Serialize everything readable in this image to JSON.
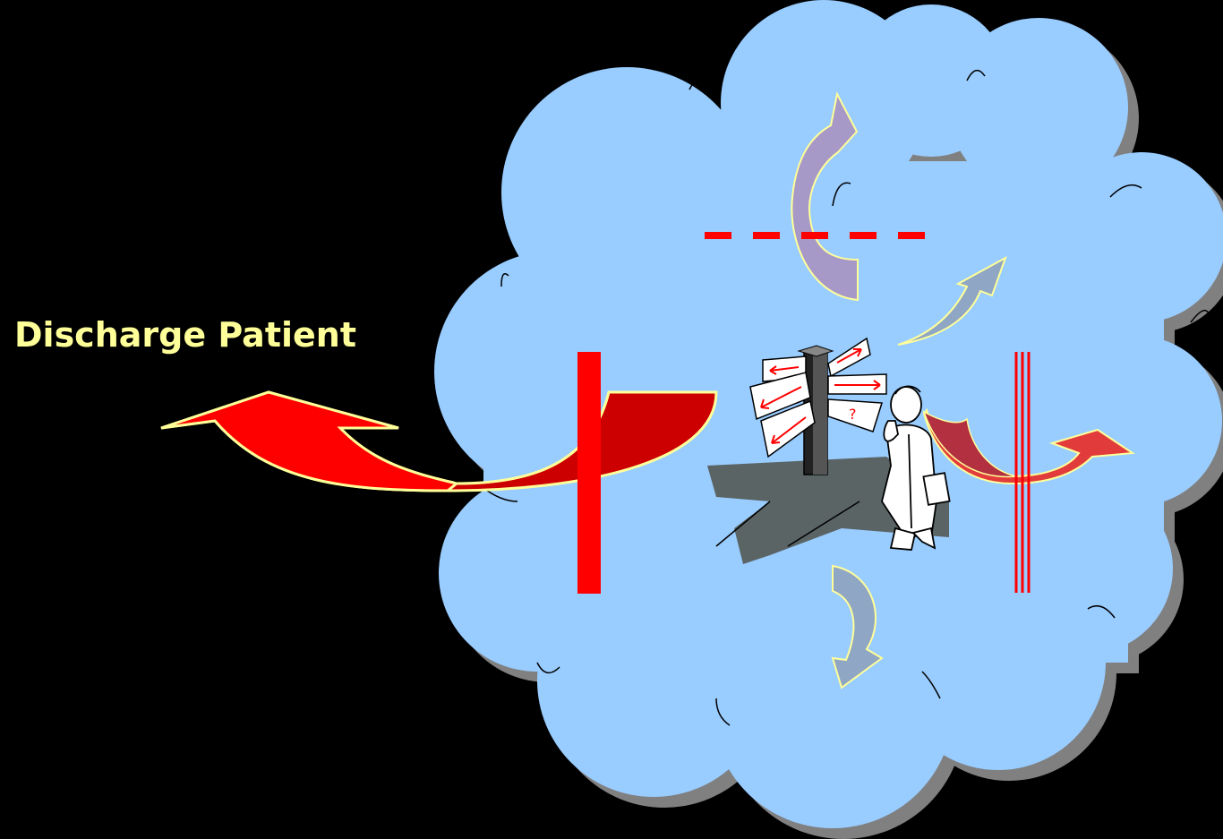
{
  "slide": {
    "label": "Discharge Patient",
    "sign_question_mark": "?"
  },
  "colors": {
    "background": "#000000",
    "cloud_fill": "#99CCFF",
    "cloud_shadow": "#808080",
    "label_text": "#FFFF99",
    "barrier_red": "#FF0000",
    "arrow_outline": "#FFFF99",
    "arrow_red": "#FF0000",
    "arrow_dark_red": "#CC0000",
    "arrow_purple": "#A799C7",
    "arrow_steel": "#8FA6C4",
    "signpost_shadow": "#5A6464"
  },
  "icons": [
    "cloud-shape",
    "solid-barrier",
    "dashed-barrier",
    "triple-line-barrier",
    "signpost-icon",
    "confused-man-icon",
    "curved-arrow-icon"
  ]
}
